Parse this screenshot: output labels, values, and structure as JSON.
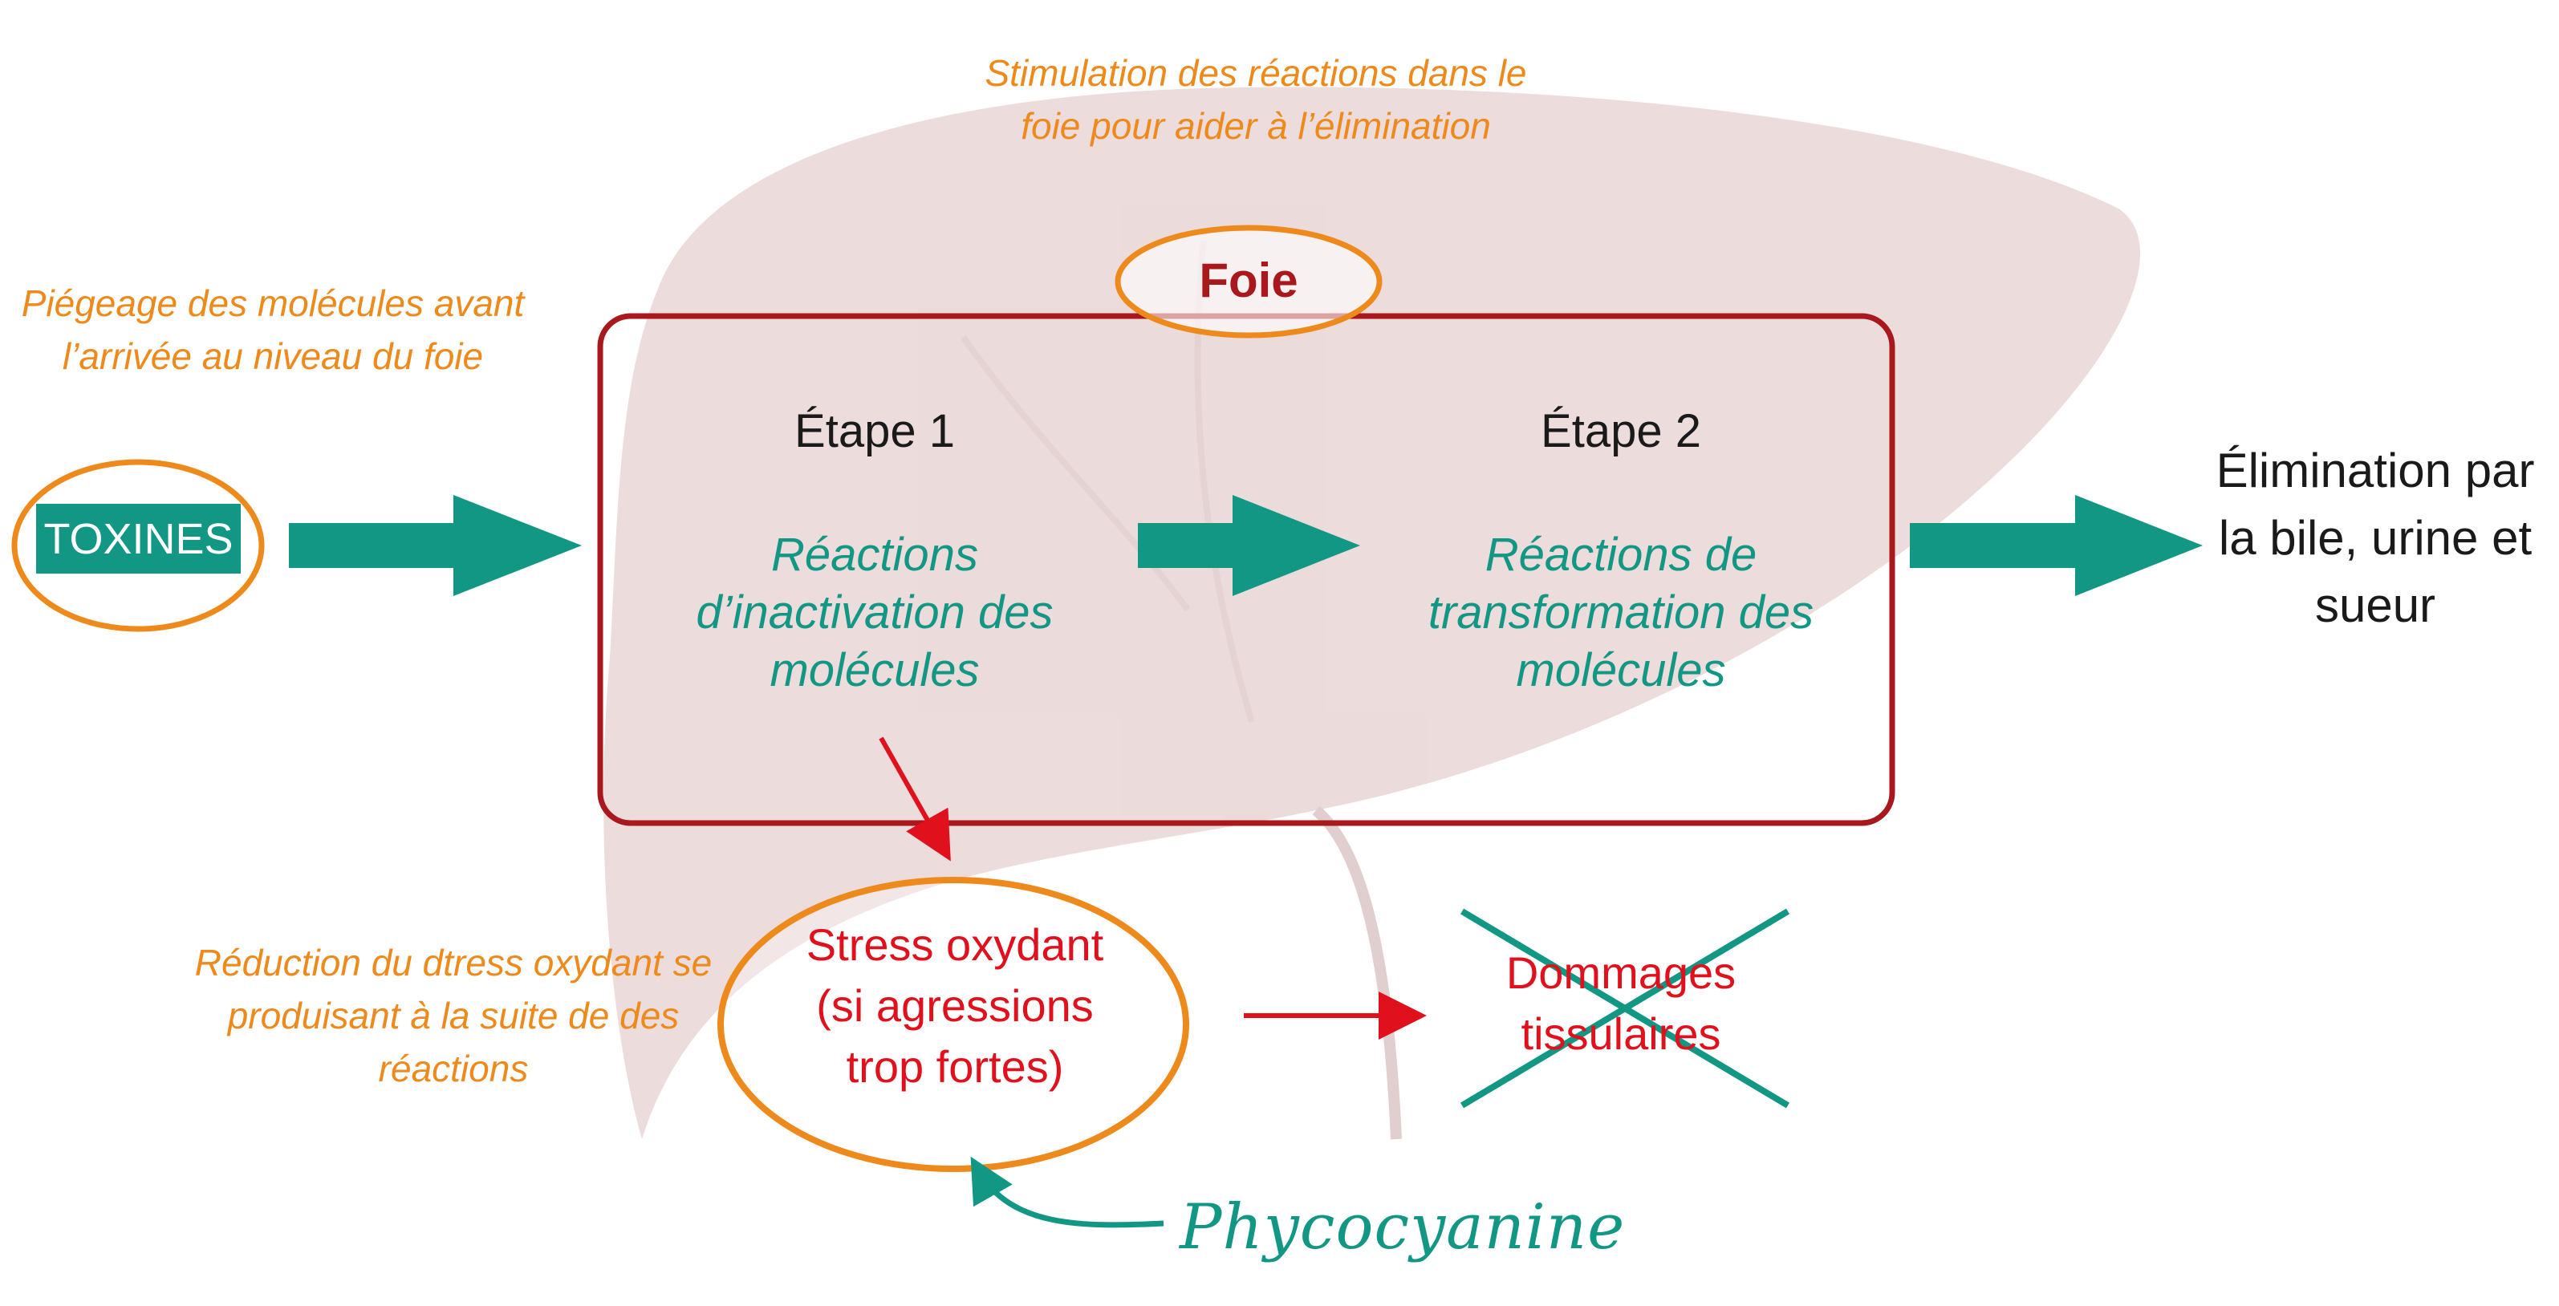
{
  "notes": {
    "stimulation": "Stimulation des réactions dans le foie pour aider à l’élimination",
    "piegeage": "Piégeage des molécules avant l’arrivée au niveau du foie",
    "reduction": "Réduction du dtress oxydant se produisant à la suite de des réactions"
  },
  "foie_label": "Foie",
  "toxines_label": "TOXINES",
  "etape1": {
    "title": "Étape 1",
    "text": "Réactions d’inactivation des molécules"
  },
  "etape2": {
    "title": "Étape 2",
    "text": "Réactions de transformation des molécules"
  },
  "elimination": "Élimination par la bile, urine et sueur",
  "stress": "Stress oxydant (si agressions trop fortes)",
  "dommages": "Dommages tissulaires",
  "phycocyanine": "Phycocyanine",
  "colors": {
    "teal": "#119784",
    "orange": "#ee8a1c",
    "dark_red": "#a8181c",
    "red": "#e0101c"
  }
}
